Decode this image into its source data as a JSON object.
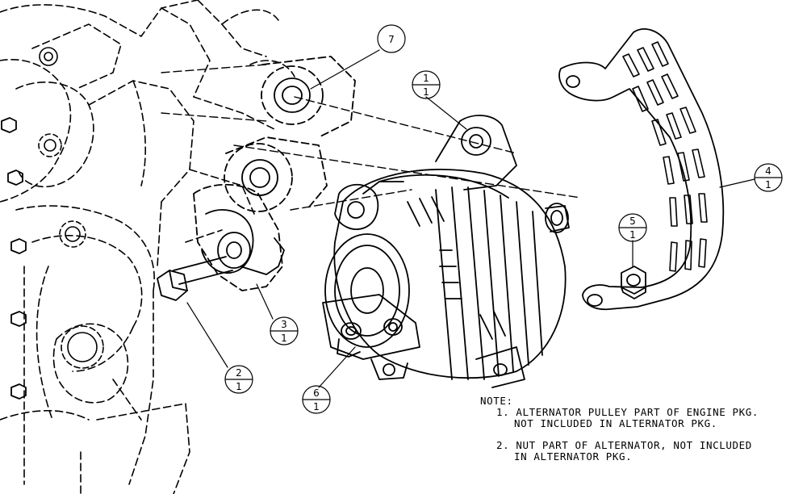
{
  "balloons": [
    {
      "id": "7",
      "item": "7"
    },
    {
      "id": "1",
      "item": "1",
      "qty": "1"
    },
    {
      "id": "4",
      "item": "4",
      "qty": "1"
    },
    {
      "id": "5",
      "item": "5",
      "qty": "1"
    },
    {
      "id": "3",
      "item": "3",
      "qty": "1"
    },
    {
      "id": "2",
      "item": "2",
      "qty": "1"
    },
    {
      "id": "6",
      "item": "6",
      "qty": "1"
    }
  ],
  "notes": {
    "heading": "NOTE:",
    "items": [
      {
        "line1": "1. ALTERNATOR PULLEY PART OF ENGINE PKG.",
        "line2": "NOT INCLUDED IN ALTERNATOR PKG."
      },
      {
        "line1": "2. NUT PART OF ALTERNATOR, NOT INCLUDED",
        "line2": "IN ALTERNATOR PKG."
      }
    ]
  }
}
